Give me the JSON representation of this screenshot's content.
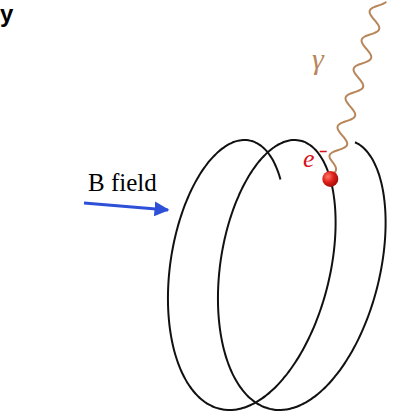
{
  "diagram": {
    "labels": [
      "y",
      "B field",
      "γ",
      "e⁻"
    ]
  }
}
